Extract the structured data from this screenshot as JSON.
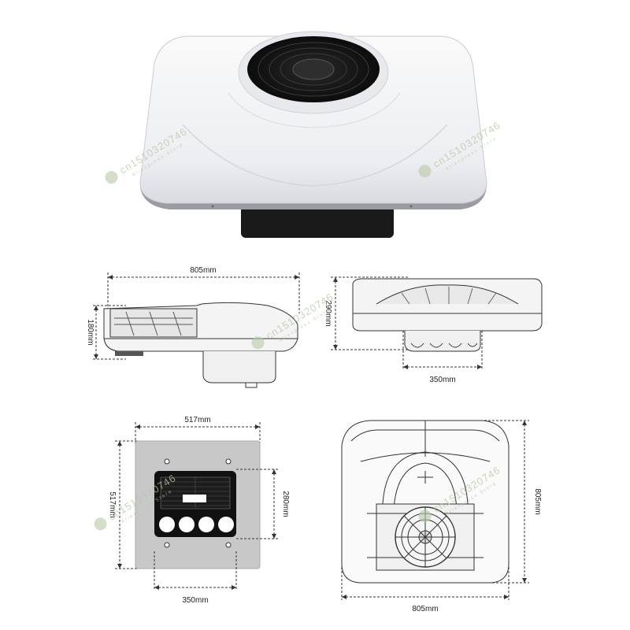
{
  "watermark": {
    "text": "cn1510320746",
    "subtext": "Aliexpress Store"
  },
  "dimensions": {
    "side_width": "805mm",
    "side_height": "180mm",
    "front_height": "290mm",
    "front_base_width": "350mm",
    "base_width": "517mm",
    "base_height": "517mm",
    "opening_height": "280mm",
    "opening_width": "350mm",
    "top_depth": "805mm",
    "top_width": "805mm"
  },
  "colors": {
    "unit_body": "#f2f3f5",
    "outline": "#333333",
    "base_plate": "#c8c8c8",
    "panel": "#111111"
  }
}
